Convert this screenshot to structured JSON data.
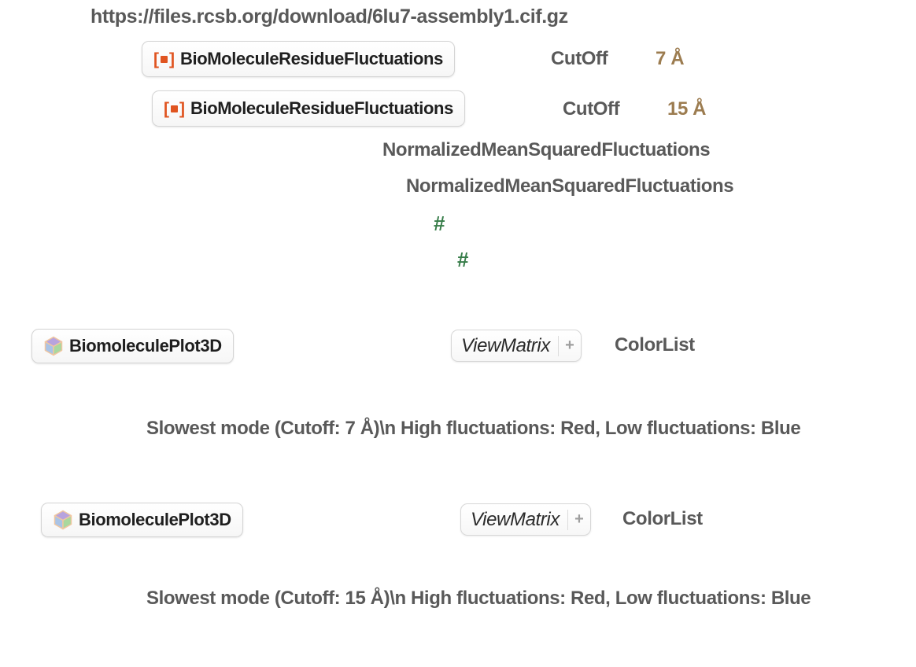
{
  "notebook": {
    "url": "https://files.rcsb.org/download/6lu7-assembly1.cif.gz",
    "resource_calls": [
      {
        "name": "BioMoleculeResidueFluctuations",
        "option": "CutOff",
        "value": "7 Å"
      },
      {
        "name": "BioMoleculeResidueFluctuations",
        "option": "CutOff",
        "value": "15 Å"
      }
    ],
    "properties": [
      "NormalizedMeanSquaredFluctuations",
      "NormalizedMeanSquaredFluctuations"
    ],
    "slots": [
      "#",
      "#"
    ],
    "plot_sections": [
      {
        "name": "BiomoleculePlot3D",
        "view_matrix_label": "ViewMatrix",
        "plus": "+",
        "color_list_label": "ColorList",
        "caption": "Slowest mode (Cutoff: 7 Å)\\n High fluctuations: Red, Low fluctuations: Blue"
      },
      {
        "name": "BiomoleculePlot3D",
        "view_matrix_label": "ViewMatrix",
        "plus": "+",
        "color_list_label": "ColorList",
        "caption": "Slowest mode (Cutoff: 15 Å)\\n High fluctuations: Red, Low fluctuations: Blue"
      }
    ],
    "colors": {
      "string_gray": "#595959",
      "quantity_tan": "#9c7c50",
      "slot_green": "#377d49",
      "resource_icon_orange": "#e05420",
      "box_text": "#1f1f1f",
      "box_border": "#d4d4d4",
      "cube_top": "#b7a3de",
      "cube_left": "#a9c3e6",
      "cube_right": "#a9d89f",
      "cube_edge": "#f0c6a0"
    }
  }
}
